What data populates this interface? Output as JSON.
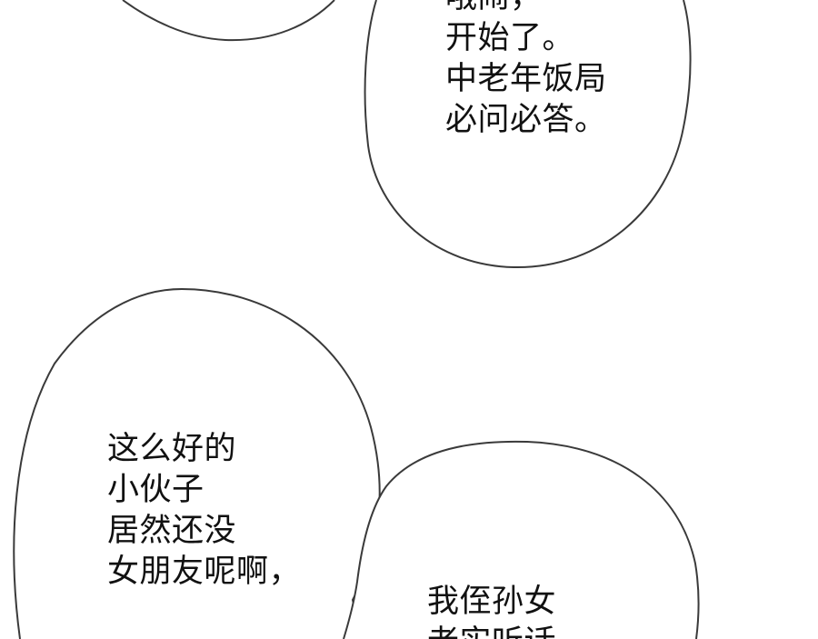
{
  "bubbles": {
    "top_right": {
      "lines": [
        "哦闹，",
        "开始了。",
        "中老年饭局",
        "必问必答。"
      ]
    },
    "left": {
      "lines": [
        "这么好的",
        "小伙子",
        "居然还没",
        "女朋友呢啊，"
      ]
    },
    "bottom_right": {
      "lines": [
        "我侄孙女",
        "老实听话"
      ]
    }
  },
  "colors": {
    "background": "#ffffff",
    "outline": "#3a3a3a",
    "text": "#111111"
  }
}
